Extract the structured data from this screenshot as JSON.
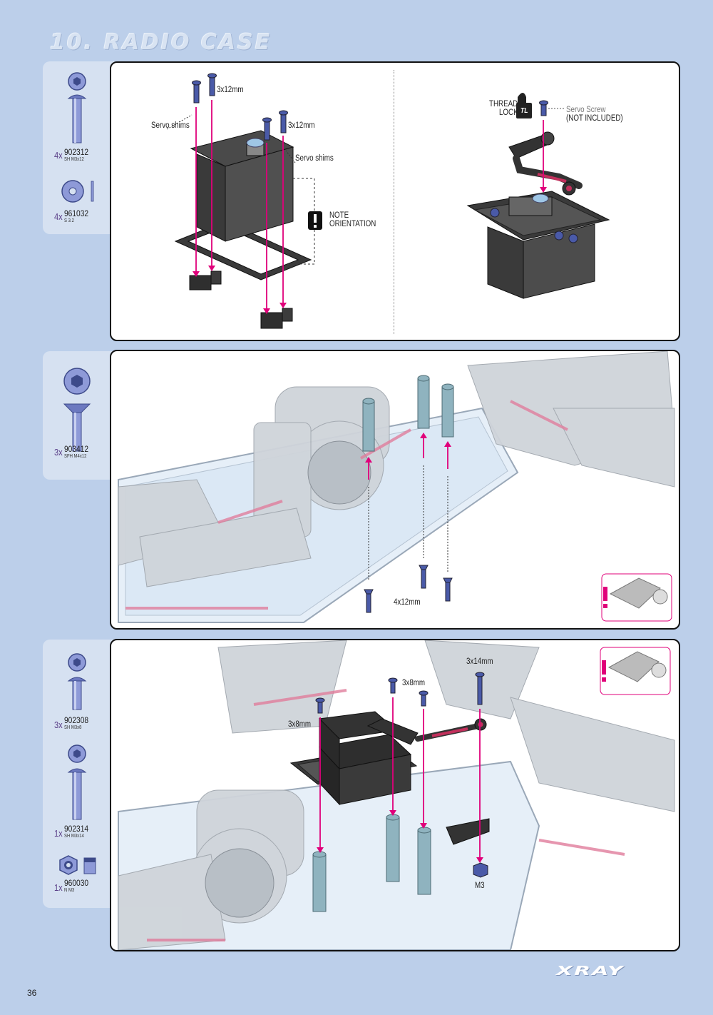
{
  "header": {
    "title": "10. RADIO CASE"
  },
  "steps": [
    {
      "parts": [
        {
          "qty": "4x",
          "code": "902312",
          "desc": "SH M3x12",
          "icon": "button-head-screw-icon"
        },
        {
          "qty": "4x",
          "code": "961032",
          "desc": "S 3.2",
          "icon": "washer-icon"
        }
      ],
      "labels": {
        "screw_a": "3x12mm",
        "screw_b": "3x12mm",
        "shims_a": "Servo shims",
        "shims_b": "Servo shims",
        "note_line1": "NOTE",
        "note_line2": "ORIENTATION",
        "thread_line1": "THREAD",
        "thread_line2": "LOCK",
        "tl_badge": "TL",
        "servo_screw": "Servo Screw",
        "not_included": "(NOT INCLUDED)"
      }
    },
    {
      "parts": [
        {
          "qty": "3x",
          "code": "903412",
          "desc": "SFH M4x12",
          "icon": "flat-head-screw-icon"
        }
      ],
      "labels": {
        "screw": "4x12mm"
      }
    },
    {
      "parts": [
        {
          "qty": "3x",
          "code": "902308",
          "desc": "SH M3x8",
          "icon": "button-head-screw-icon"
        },
        {
          "qty": "1x",
          "code": "902314",
          "desc": "SH M3x14",
          "icon": "button-head-screw-icon"
        },
        {
          "qty": "1x",
          "code": "960030",
          "desc": "N M3",
          "icon": "nut-icon"
        }
      ],
      "labels": {
        "screw_long": "3x14mm",
        "screw_a": "3x8mm",
        "screw_b": "3x8mm",
        "nut": "M3"
      }
    }
  ],
  "footer": {
    "page_number": "36",
    "brand": "XRAY"
  },
  "colors": {
    "background": "#bccfea",
    "tab": "#d6e1f1",
    "arrow": "#e0007a",
    "screw": "#4a5aa8",
    "carbon": "#3a3a3a"
  }
}
